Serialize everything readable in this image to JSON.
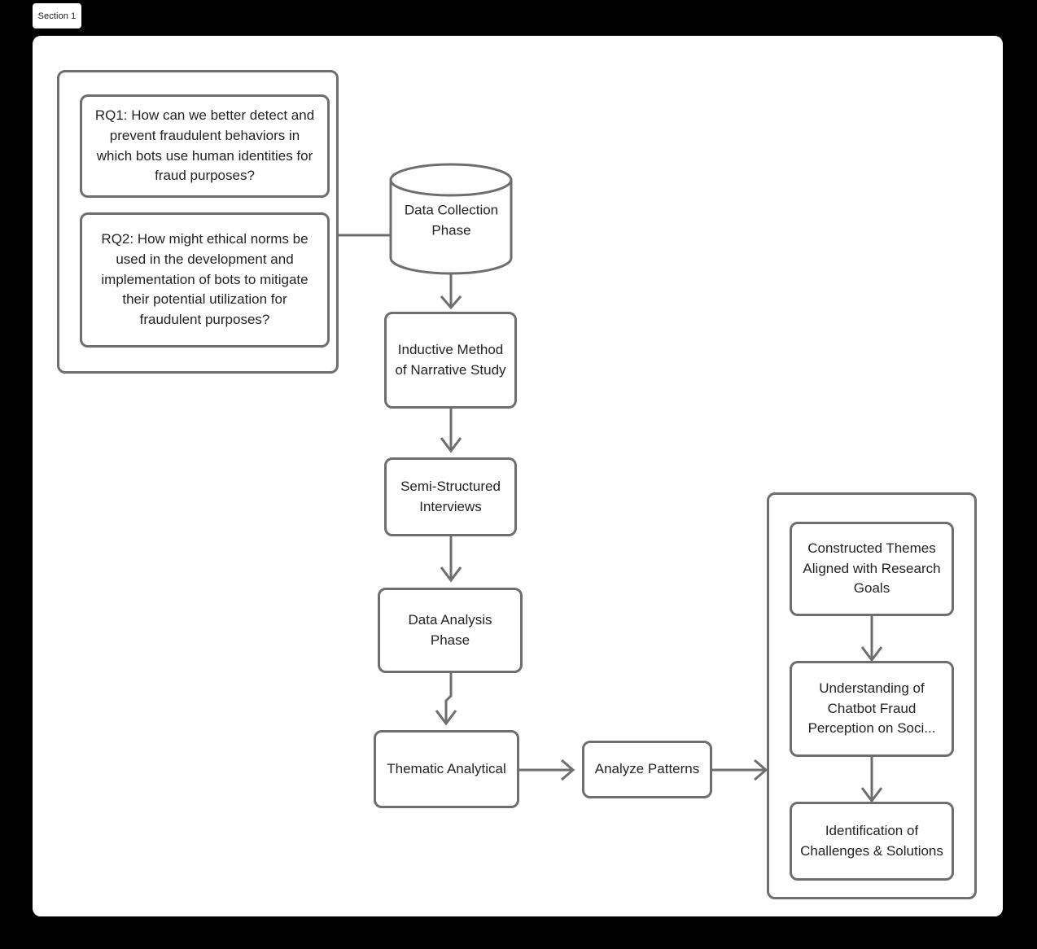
{
  "tab": {
    "label": "Section 1"
  },
  "colors": {
    "stroke": "#6e6e6e",
    "text": "#232323",
    "canvas": "#ffffff",
    "page_background": "#000000"
  },
  "diagram": {
    "type": "flowchart",
    "title": "",
    "groups": [
      {
        "id": "research-questions-group",
        "label": ""
      },
      {
        "id": "outcomes-group",
        "label": ""
      }
    ],
    "nodes": [
      {
        "id": "rq1",
        "shape": "rounded-rect",
        "label": "RQ1: How can we better detect and prevent fraudulent behaviors in which bots use human identities for fraud purposes?"
      },
      {
        "id": "rq2",
        "shape": "rounded-rect",
        "label": "RQ2: How might ethical norms be used in the development and implementation of bots to mitigate their potential utilization for fraudulent purposes?"
      },
      {
        "id": "data-collection-phase",
        "shape": "cylinder",
        "label": "Data Collection Phase"
      },
      {
        "id": "inductive-method",
        "shape": "rounded-rect",
        "label": "Inductive Method of Narrative Study"
      },
      {
        "id": "semi-structured-interviews",
        "shape": "rounded-rect",
        "label": "Semi-Structured Interviews"
      },
      {
        "id": "data-analysis-phase",
        "shape": "rounded-rect",
        "label": "Data Analysis Phase"
      },
      {
        "id": "thematic-analytical",
        "shape": "rounded-rect",
        "label": "Thematic Analytical"
      },
      {
        "id": "analyze-patterns",
        "shape": "rounded-rect",
        "label": "Analyze Patterns"
      },
      {
        "id": "constructed-themes",
        "shape": "rounded-rect",
        "label": "Constructed Themes Aligned with Research Goals"
      },
      {
        "id": "chatbot-fraud-perception",
        "shape": "rounded-rect",
        "label": "Understanding of Chatbot Fraud Perception on Soci..."
      },
      {
        "id": "challenges-solutions",
        "shape": "rounded-rect",
        "label": "Identification of Challenges & Solutions"
      }
    ],
    "edges": [
      {
        "from": "research-questions-group",
        "to": "data-collection-phase",
        "direction": "right"
      },
      {
        "from": "data-collection-phase",
        "to": "inductive-method",
        "direction": "down"
      },
      {
        "from": "inductive-method",
        "to": "semi-structured-interviews",
        "direction": "down"
      },
      {
        "from": "semi-structured-interviews",
        "to": "data-analysis-phase",
        "direction": "down"
      },
      {
        "from": "data-analysis-phase",
        "to": "thematic-analytical",
        "direction": "down"
      },
      {
        "from": "thematic-analytical",
        "to": "analyze-patterns",
        "direction": "right"
      },
      {
        "from": "analyze-patterns",
        "to": "outcomes-group",
        "direction": "right"
      },
      {
        "from": "constructed-themes",
        "to": "chatbot-fraud-perception",
        "direction": "down"
      },
      {
        "from": "chatbot-fraud-perception",
        "to": "challenges-solutions",
        "direction": "down"
      }
    ]
  }
}
